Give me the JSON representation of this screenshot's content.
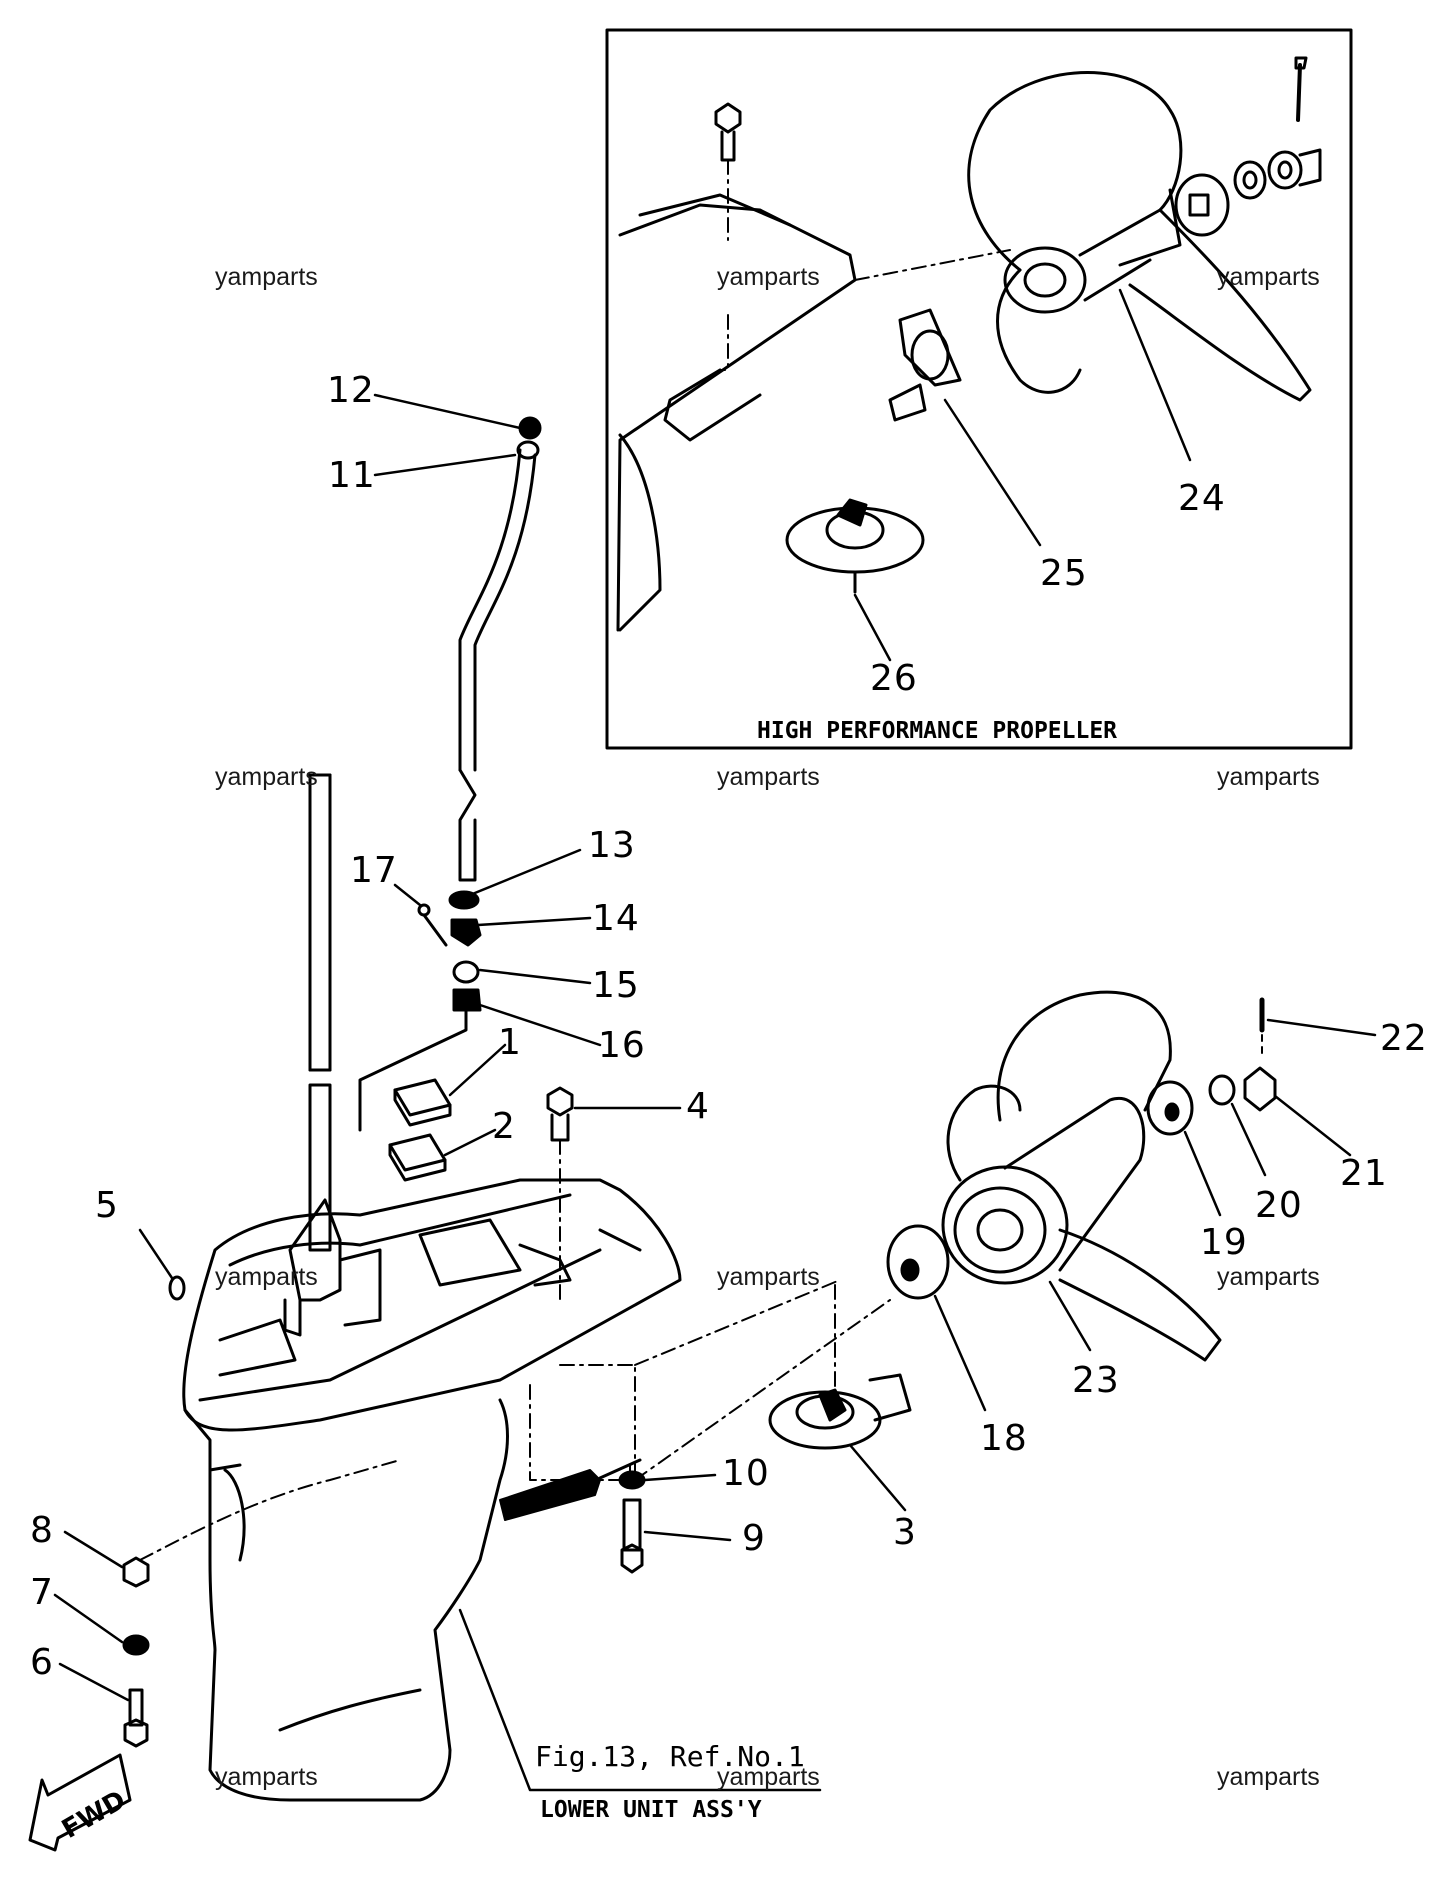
{
  "watermarks": [
    "yamparts",
    "yamparts",
    "yamparts",
    "yamparts",
    "yamparts",
    "yamparts",
    "yamparts",
    "yamparts",
    "yamparts",
    "yamparts",
    "yamparts",
    "yamparts"
  ],
  "callouts": [
    "1",
    "2",
    "3",
    "4",
    "5",
    "6",
    "7",
    "8",
    "9",
    "10",
    "11",
    "12",
    "13",
    "14",
    "15",
    "16",
    "17",
    "18",
    "19",
    "20",
    "21",
    "22",
    "23",
    "24",
    "25",
    "26"
  ],
  "inset_title": "HIGH PERFORMANCE PROPELLER",
  "caption_ref": "Fig.13, Ref.No.1",
  "caption_assy": "LOWER UNIT ASS'Y",
  "fwd_label": "FWD"
}
